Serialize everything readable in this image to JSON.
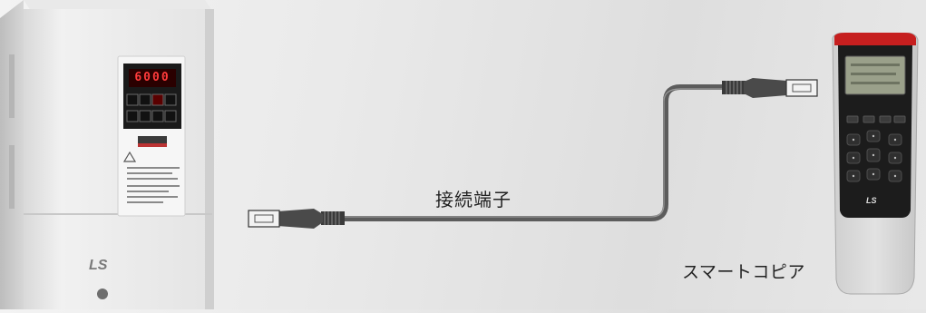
{
  "inverter": {
    "display_text": "6000",
    "brand": "LS"
  },
  "cable": {
    "label": "接続端子"
  },
  "remote": {
    "label": "スマートコピア",
    "brand": "LS"
  }
}
